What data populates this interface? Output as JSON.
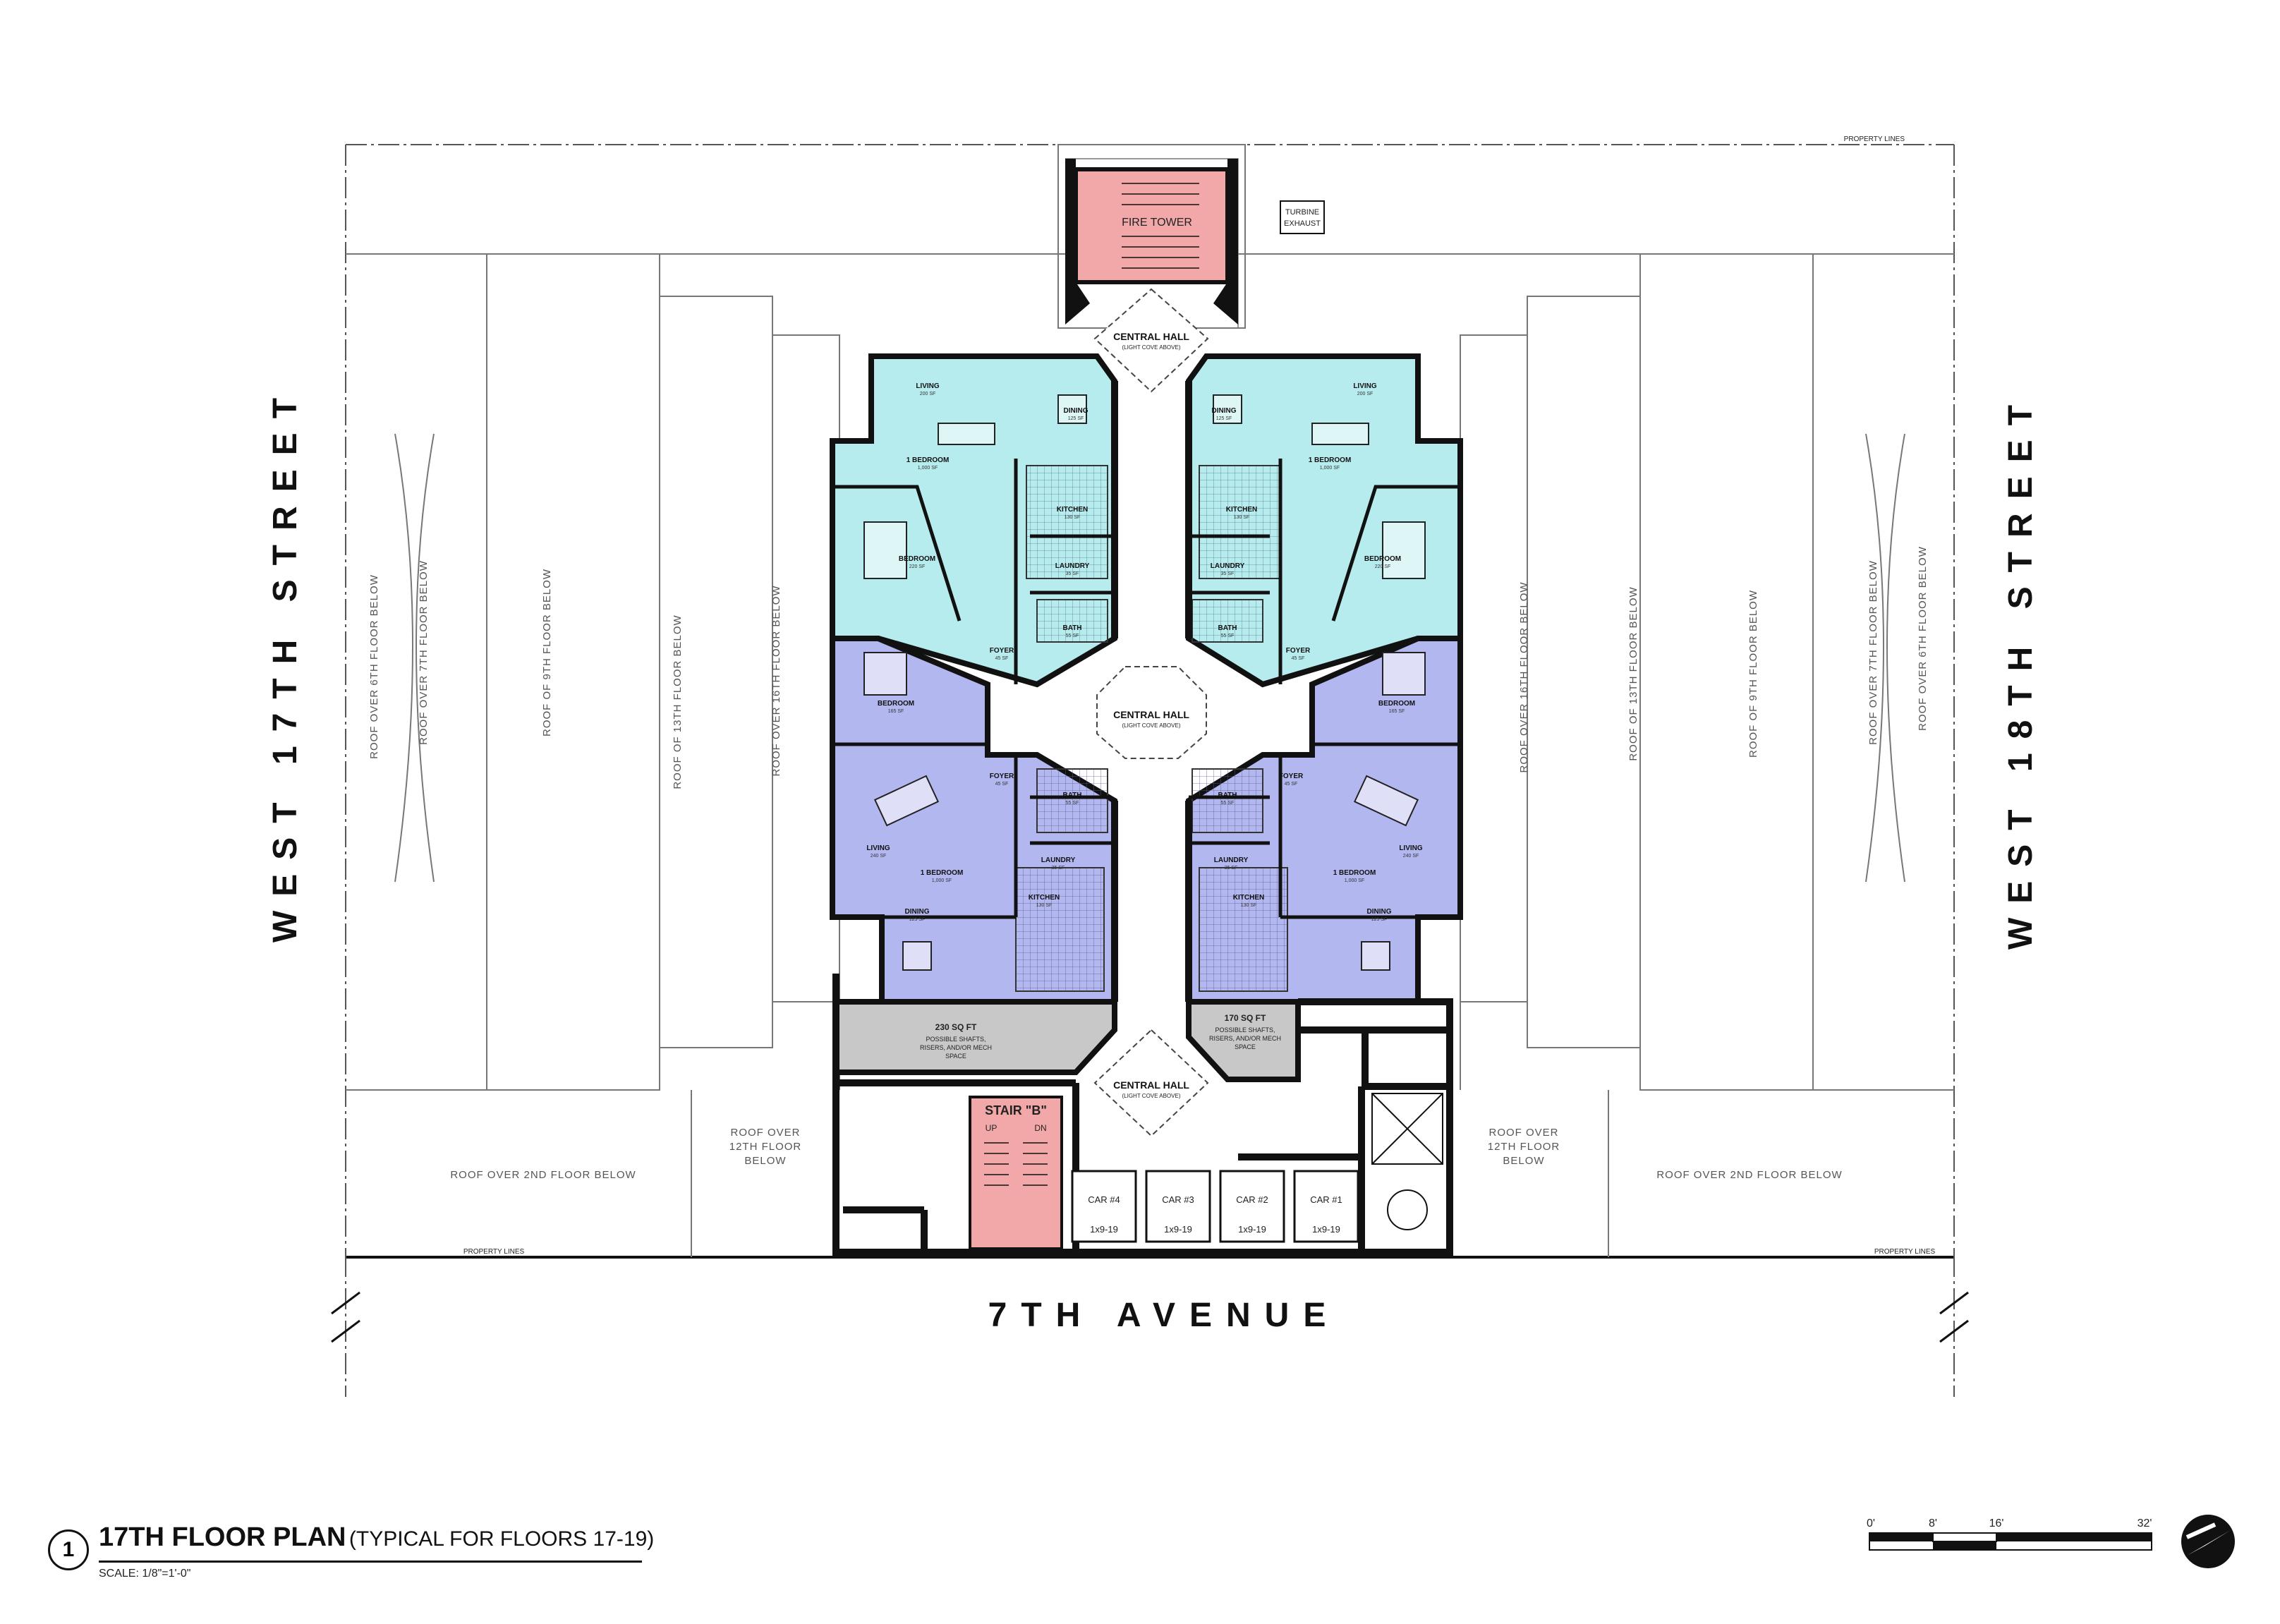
{
  "streets": {
    "left": "WEST 17TH STREET",
    "right": "WEST 18TH STREET",
    "bottom": "7TH AVENUE"
  },
  "property_lines": "PROPERTY LINES",
  "roofs": {
    "over_6th": "ROOF OVER 6TH FLOOR BELOW",
    "over_7th": "ROOF OVER 7TH FLOOR BELOW",
    "of_9th": "ROOF OF 9TH FLOOR BELOW",
    "of_13th": "ROOF OF 13TH FLOOR BELOW",
    "over_16th": "ROOF OVER 16TH FLOOR BELOW",
    "over_2nd": "ROOF OVER 2ND FLOOR BELOW",
    "over_12th": [
      "ROOF OVER",
      "12TH FLOOR",
      "BELOW"
    ]
  },
  "core": {
    "fire_tower": "FIRE TOWER",
    "turbine_exhaust": [
      "TURBINE",
      "EXHAUST"
    ],
    "central_hall": "CENTRAL HALL",
    "light_cove": "(LIGHT COVE ABOVE)",
    "stair_b": "STAIR \"B\"",
    "stair_up": "UP",
    "stair_dn": "DN",
    "shaft_left_area": "230 SQ FT",
    "shaft_right_area": "170 SQ FT",
    "shaft_desc": [
      "POSSIBLE SHAFTS,",
      "RISERS, AND/OR MECH",
      "SPACE"
    ],
    "elevators": [
      {
        "car": "CAR #4",
        "size": "1x9-19"
      },
      {
        "car": "CAR #3",
        "size": "1x9-19"
      },
      {
        "car": "CAR #2",
        "size": "1x9-19"
      },
      {
        "car": "CAR #1",
        "size": "1x9-19"
      }
    ]
  },
  "rooms": {
    "living": "LIVING",
    "living_area_top": "200 SF",
    "living_area_bottom": "240 SF",
    "dining": "DINING",
    "dining_area": "125 SF",
    "one_bedroom": "1 BEDROOM",
    "one_bedroom_area": "1,000 SF",
    "kitchen": "KITCHEN",
    "kitchen_area": "130 SF",
    "laundry": "LAUNDRY",
    "laundry_area": "35 SF",
    "bath": "BATH",
    "bath_area": "55 SF",
    "bedroom": "BEDROOM",
    "bedroom_area_top": "220 SF",
    "bedroom_area_bottom": "165 SF",
    "foyer": "FOYER",
    "foyer_area": "45 SF"
  },
  "colors": {
    "apartment_top": "#b7ecef",
    "apartment_bottom": "#b3b7ef",
    "stair": "#f2a8a8",
    "mech_shaft": "#c8c8c8",
    "walls": "#111111"
  },
  "title_block": {
    "view_number": "1",
    "title": "17TH FLOOR PLAN",
    "subtitle": "(TYPICAL FOR FLOORS 17-19)",
    "scale": "SCALE: 1/8\"=1'-0\""
  },
  "scale_bar": {
    "ticks": [
      "0'",
      "8'",
      "16'",
      "32'"
    ]
  },
  "north_arrow": "north-arrow-icon"
}
